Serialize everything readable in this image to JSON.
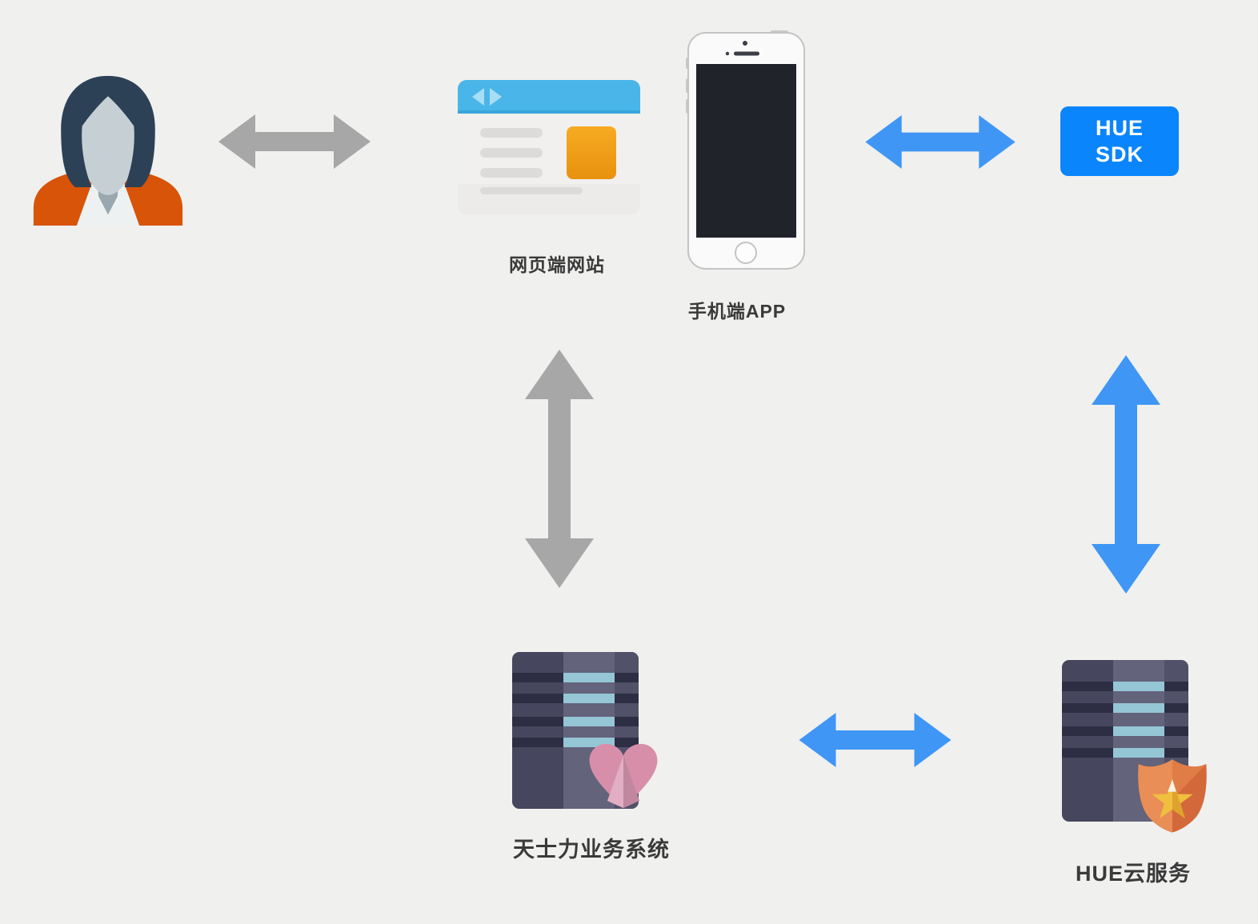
{
  "diagram_title": "",
  "colors": {
    "bg": "#f0f0ef",
    "label": "#3a3a3a",
    "arrow_gray": "#a7a7a7",
    "arrow_blue": "#3f96f5",
    "sdk_blue": "#0a85fb",
    "browser_bar": "#4ab5e8",
    "browser_bar_edge": "#38a6da",
    "browser_body": "#f1f0ee",
    "browser_line": "#dcdbd9",
    "browser_accent_orange": "#f2a21c",
    "person_shirt_orange": "#d85408",
    "person_hair": "#2d4156",
    "person_face": "#c6cfd4",
    "person_neck": "#9aa7ae",
    "phone_body": "#fafafa",
    "phone_screen": "#20232a",
    "server_base": "#46465f",
    "server_mid_col": "#63637b",
    "server_right_col": "#51516a",
    "server_stripe_dark": "#2d2d44",
    "server_stripe_teal": "#95c6d6",
    "heart_pink": "#d78fa9",
    "heart_light": "#e2aec3",
    "heart_dark": "#c0879e",
    "shield_orange": "#d3693a",
    "shield_orange_light": "#e88e56",
    "star_yellow": "#f0bf3e",
    "star_dark": "#dea32c"
  },
  "icons": {
    "user": "user-avatar-icon",
    "web": "browser-window-icon",
    "app": "smartphone-icon",
    "sdk": "hue-sdk-box",
    "tasly": "server-heart-icon",
    "cloud": "server-shield-icon"
  },
  "labels": {
    "web": "网页端网站",
    "app": "手机端APP",
    "sdk_line1": "HUE",
    "sdk_line2": "SDK",
    "tasly": "天士力业务系统",
    "cloud": "HUE云服务"
  },
  "edges": [
    {
      "from": "user",
      "to": "web-site",
      "style": "gray",
      "direction": "bidirectional",
      "orientation": "horizontal"
    },
    {
      "from": "mobile-app",
      "to": "hue-sdk",
      "style": "blue",
      "direction": "bidirectional",
      "orientation": "horizontal"
    },
    {
      "from": "web-site",
      "to": "tasly-business-system",
      "style": "gray",
      "direction": "bidirectional",
      "orientation": "vertical"
    },
    {
      "from": "hue-sdk",
      "to": "hue-cloud-service",
      "style": "blue",
      "direction": "bidirectional",
      "orientation": "vertical"
    },
    {
      "from": "tasly-business-system",
      "to": "hue-cloud-service",
      "style": "blue",
      "direction": "bidirectional",
      "orientation": "horizontal"
    }
  ]
}
